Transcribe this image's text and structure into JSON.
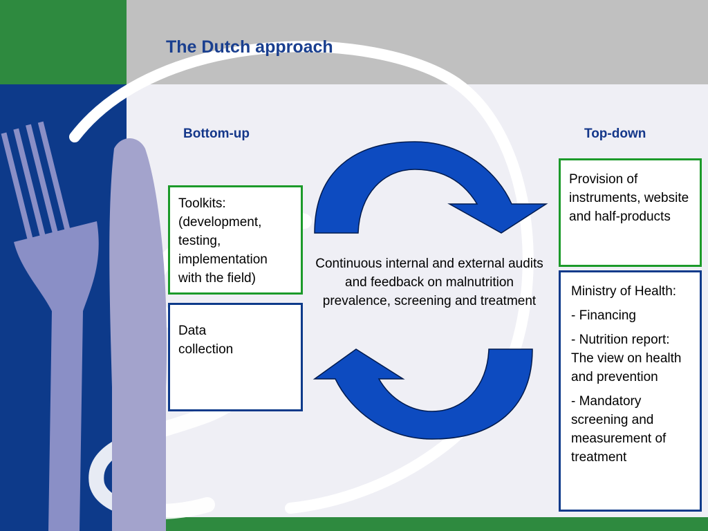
{
  "title": "The Dutch approach",
  "headings": {
    "left": "Bottom-up",
    "right": "Top-down"
  },
  "left_boxes": {
    "toolkits": "Toolkits: (development, testing, implementation with the field)",
    "data": "Data collection"
  },
  "center": "Continuous internal and external audits and feedback on malnutrition prevalence, screening and treatment",
  "right_boxes": {
    "provision": "Provision of instruments, website and half-products",
    "ministry": {
      "title": "Ministry of Health:",
      "items": [
        "- Financing",
        "- Nutrition report: The view on health and prevention",
        "- Mandatory screening and measurement of treatment"
      ]
    }
  },
  "colors": {
    "green": "#2e8a3f",
    "navy": "#0d3a8a",
    "gray": "#c0c0c0",
    "arrow": "#0d4bc0",
    "box_green": "#1c9a2a"
  }
}
